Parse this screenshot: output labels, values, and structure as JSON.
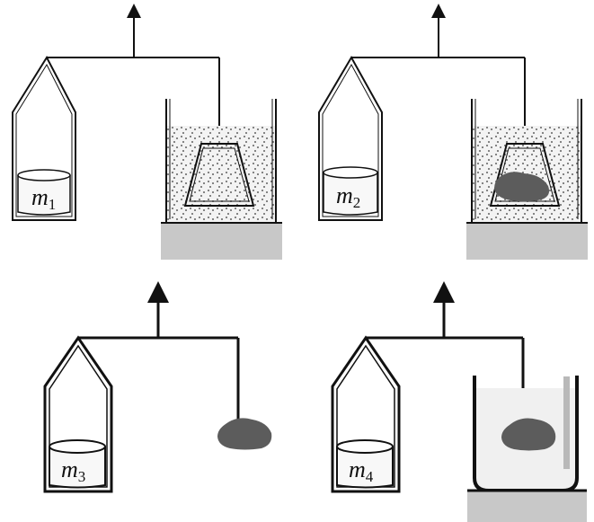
{
  "panels": [
    {
      "mass_symbol": "m",
      "mass_subscript": "1"
    },
    {
      "mass_symbol": "m",
      "mass_subscript": "2"
    },
    {
      "mass_symbol": "m",
      "mass_subscript": "3"
    },
    {
      "mass_symbol": "m",
      "mass_subscript": "4"
    }
  ],
  "colors": {
    "line": "#111111",
    "sand_background": "#f3f3f3",
    "sand_dot": "#666666",
    "base": "#c8c8c8",
    "rock": "#5c5c5c",
    "water": "#f0f0f0",
    "rod": "#b9b9b9"
  }
}
